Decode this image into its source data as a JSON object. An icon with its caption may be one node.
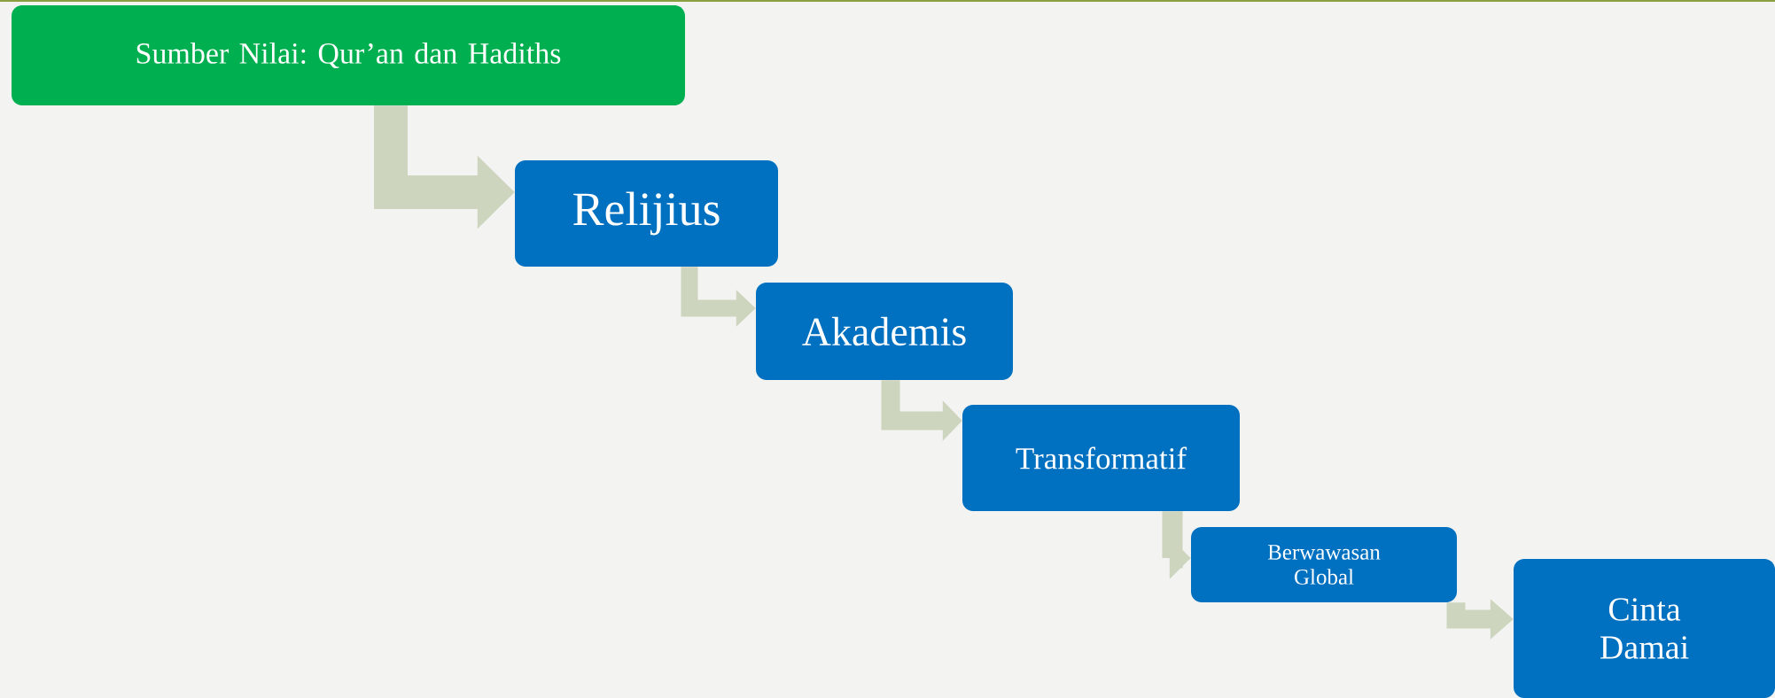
{
  "diagram": {
    "nodes": [
      {
        "text": [
          "Sumber Nilai: Qur’an dan Hadiths"
        ]
      },
      {
        "text": [
          "Relijius"
        ]
      },
      {
        "text": [
          "Akademis"
        ]
      },
      {
        "text": [
          "Transformatif"
        ]
      },
      {
        "text": [
          "Berwawasan Global"
        ]
      },
      {
        "text": [
          "Cinta Damai"
        ]
      }
    ],
    "edges": [
      {
        "from": 0,
        "to": 1,
        "arrow": "to",
        "style": "thick"
      },
      {
        "from": 1,
        "to": 2,
        "arrow": "to"
      },
      {
        "from": 2,
        "to": 3,
        "arrow": "to"
      },
      {
        "from": 3,
        "to": 4,
        "arrow": "to"
      },
      {
        "from": 4,
        "to": 5,
        "arrow": "to"
      }
    ]
  }
}
